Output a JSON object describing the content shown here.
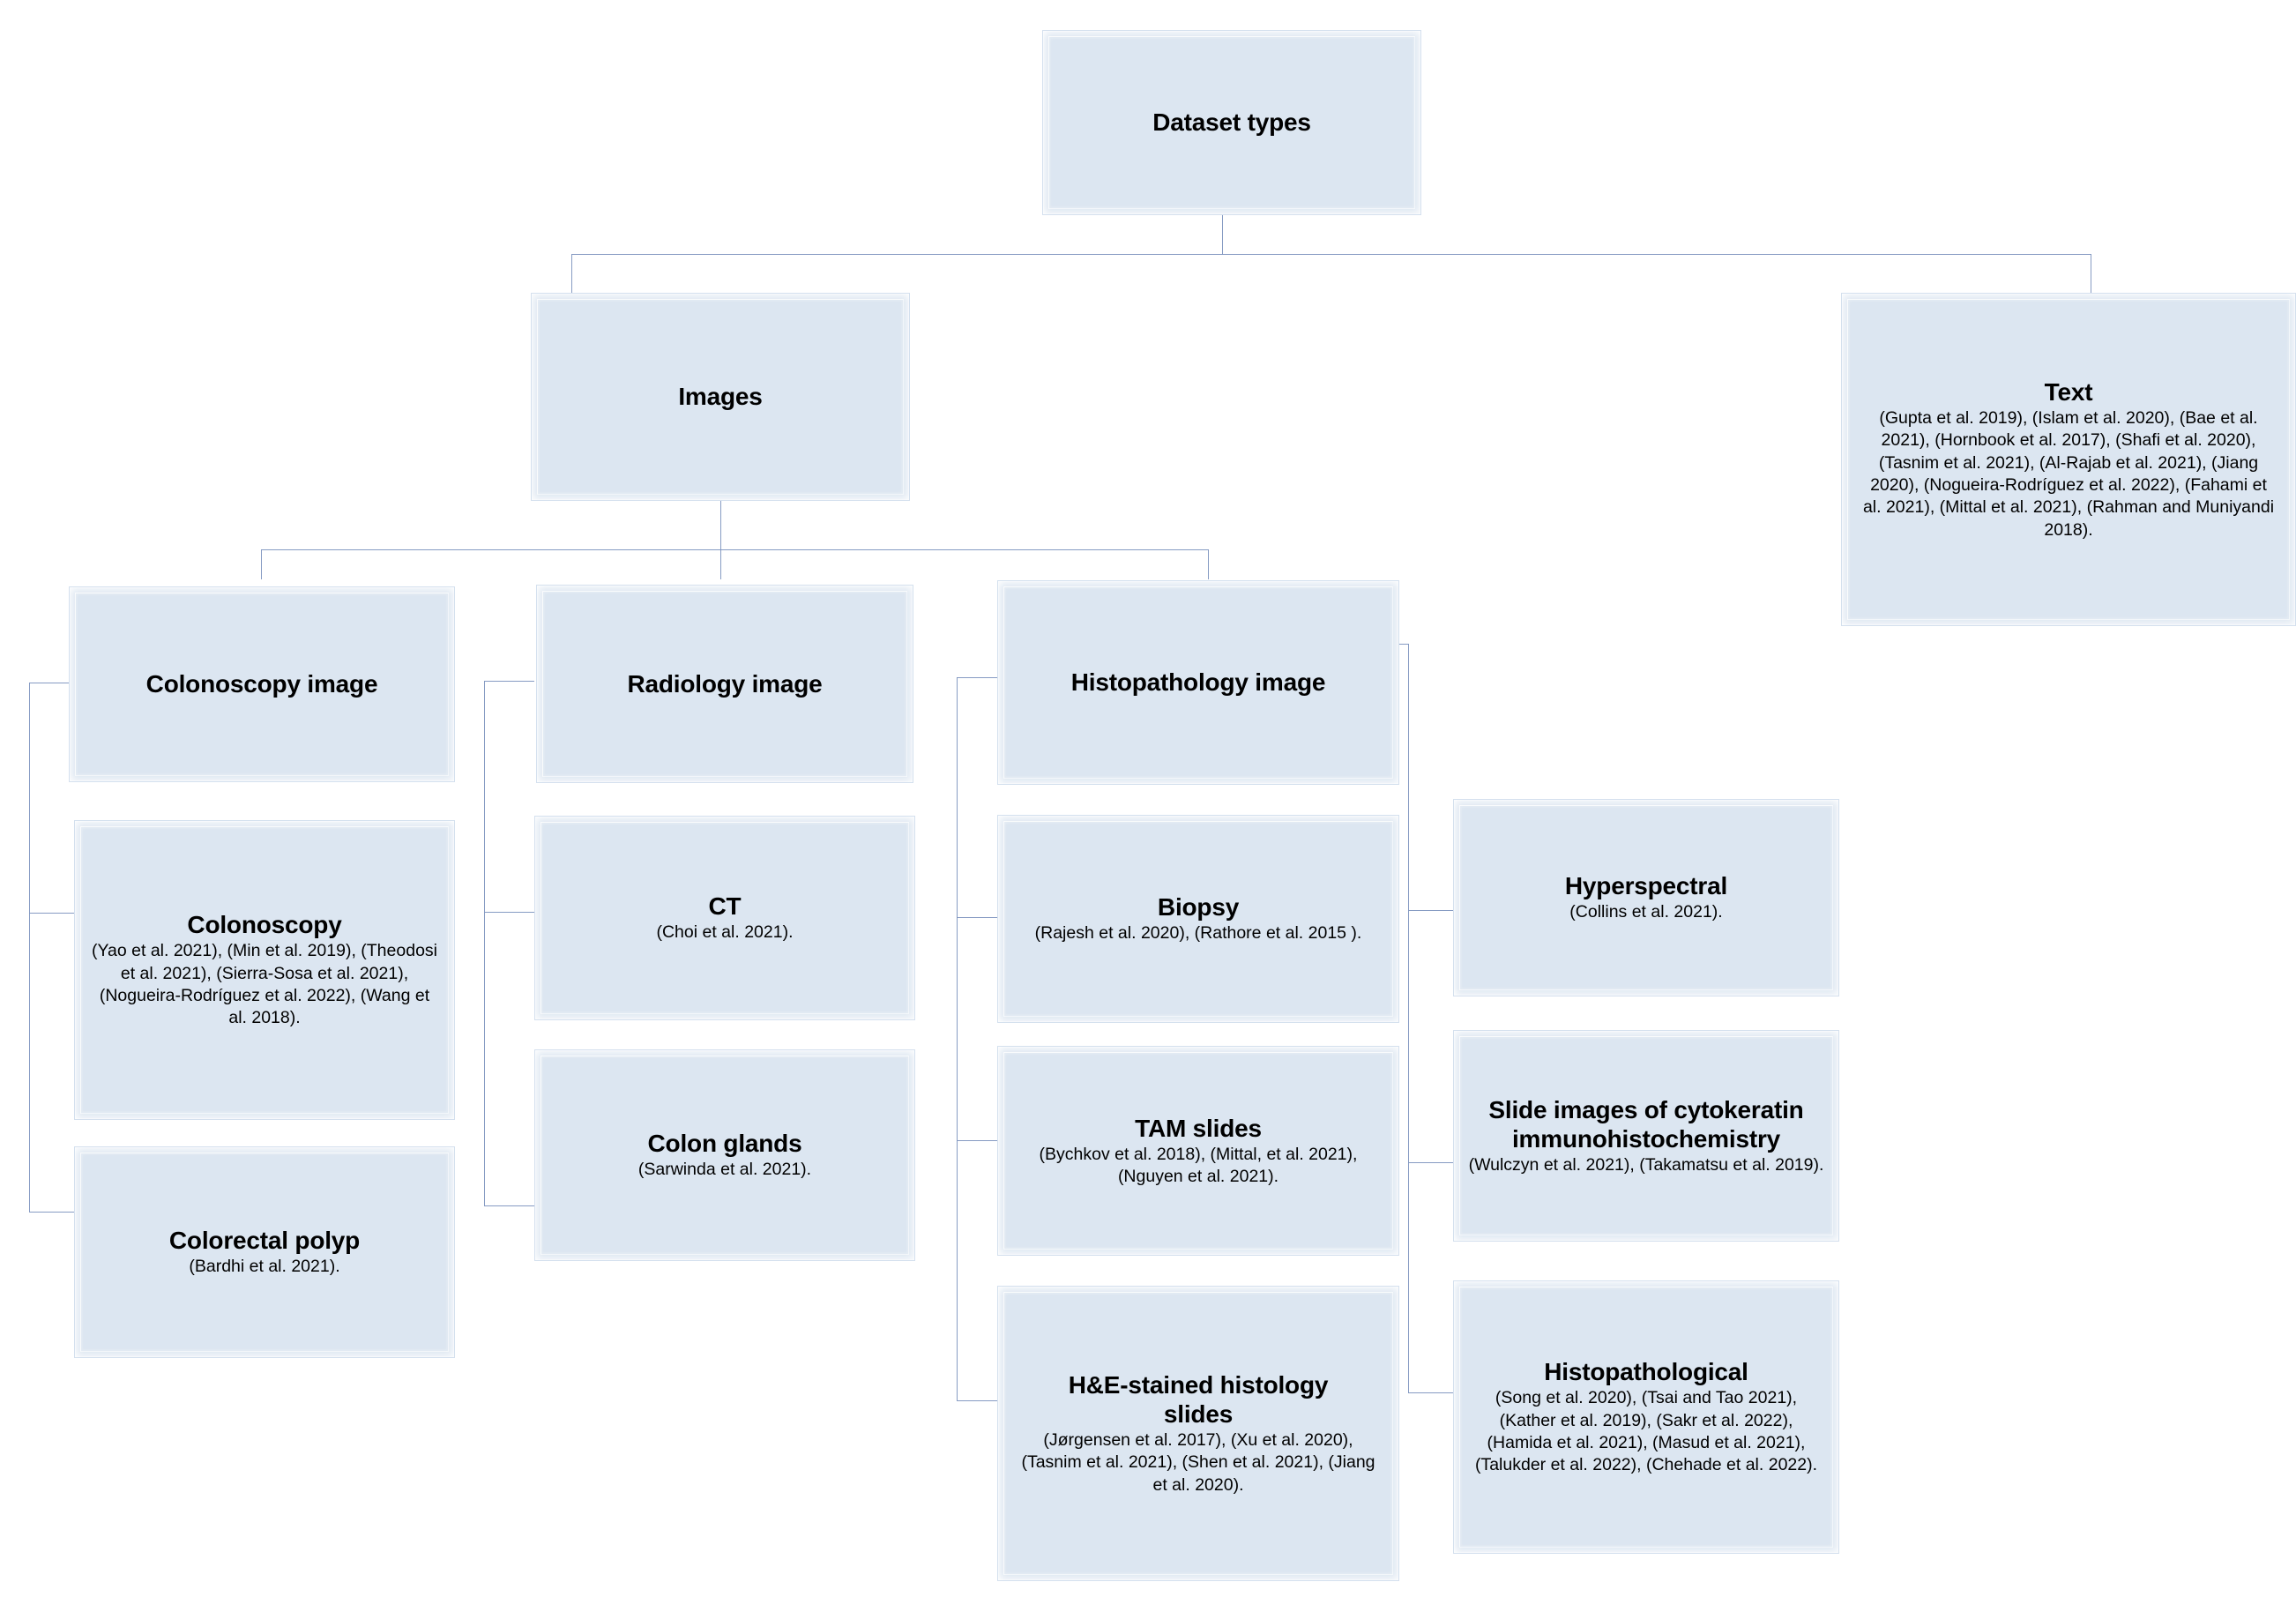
{
  "diagram": {
    "title": "Dataset types",
    "root": {
      "label": "Dataset types"
    },
    "level1": {
      "images": {
        "label": "Images"
      },
      "text": {
        "label": "Text",
        "refs": "(Gupta et al. 2019), (Islam et al. 2020), (Bae et al. 2021), (Hornbook et al. 2017), (Shafi et al. 2020), (Tasnim et al. 2021), (Al-Rajab et al. 2021),  (Jiang 2020), (Nogueira-Rodríguez et al. 2022), (Fahami et al. 2021), (Mittal et al. 2021), (Rahman and Muniyandi 2018)."
      }
    },
    "level2": {
      "colonoscopy_image": {
        "label": "Colonoscopy image"
      },
      "radiology_image": {
        "label": "Radiology image"
      },
      "histopathology_image": {
        "label": "Histopathology image"
      }
    },
    "level3": {
      "colonoscopy": {
        "label": "Colonoscopy",
        "refs": "(Yao et al. 2021), (Min et al. 2019), (Theodosi et al. 2021), (Sierra-Sosa et al. 2021), (Nogueira-Rodríguez et al. 2022), (Wang et al. 2018)."
      },
      "colorectal_polyp": {
        "label": "Colorectal polyp",
        "refs": "(Bardhi et al. 2021)."
      },
      "ct": {
        "label": "CT",
        "refs": "(Choi et al. 2021)."
      },
      "colon_glands": {
        "label": "Colon glands",
        "refs": "(Sarwinda et al. 2021)."
      },
      "biopsy": {
        "label": "Biopsy",
        "refs": "(Rajesh et al. 2020), (Rathore et al. 2015 )."
      },
      "tam_slides": {
        "label": "TAM slides",
        "refs": "(Bychkov et al. 2018), (Mittal, et al. 2021), (Nguyen et al. 2021)."
      },
      "he_stained_histology_slides": {
        "label": "H&E-stained histology slides",
        "refs": "(Jørgensen et al. 2017), (Xu et al. 2020), (Tasnim et al. 2021), (Shen et al. 2021), (Jiang et al. 2020)."
      },
      "hyperspectral": {
        "label": "Hyperspectral",
        "refs": "(Collins et al. 2021)."
      },
      "cytokeratin_slides": {
        "label": "Slide images of cytokeratin immunohistochemistry",
        "refs": "(Wulczyn et al. 2021), (Takamatsu et al. 2019)."
      },
      "histopathological": {
        "label": "Histopathological",
        "refs": "(Song et al. 2020), (Tsai and Tao 2021), (Kather et al. 2019), (Sakr et al. 2022), (Hamida et al. 2021), (Masud et al. 2021), (Talukder et al. 2022), (Chehade et al. 2022)."
      }
    },
    "colors": {
      "box_fill": "#dce6f1",
      "connector": "#8096c0",
      "text": "#000000",
      "background": "#ffffff"
    }
  }
}
